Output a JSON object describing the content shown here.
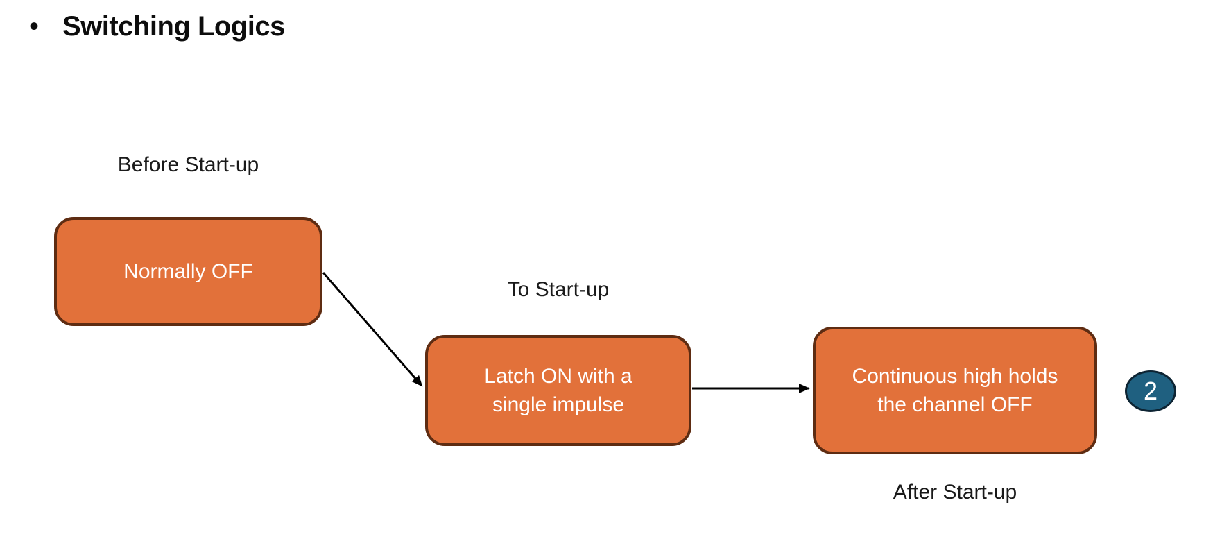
{
  "title": {
    "bullet": "•",
    "text": "Switching Logics"
  },
  "flow": {
    "stage_labels": {
      "before": "Before Start-up",
      "to": "To Start-up",
      "after": "After Start-up"
    },
    "nodes": [
      {
        "name": "normally-off",
        "lines": [
          "Normally OFF",
          ""
        ]
      },
      {
        "name": "latch-on",
        "lines": [
          "Latch ON with a",
          "single impulse"
        ]
      },
      {
        "name": "continuous-high",
        "lines": [
          "Continuous high holds",
          "the channel OFF"
        ]
      }
    ]
  },
  "badge": {
    "value": "2"
  },
  "colors": {
    "node_fill": "#e2713a",
    "node_border": "#5e2c12",
    "node_text": "#ffffff",
    "badge_fill": "#1f6080",
    "badge_border": "#0d2433",
    "arrow": "#000000",
    "label_text": "#1a1a1a",
    "background": "#ffffff"
  }
}
